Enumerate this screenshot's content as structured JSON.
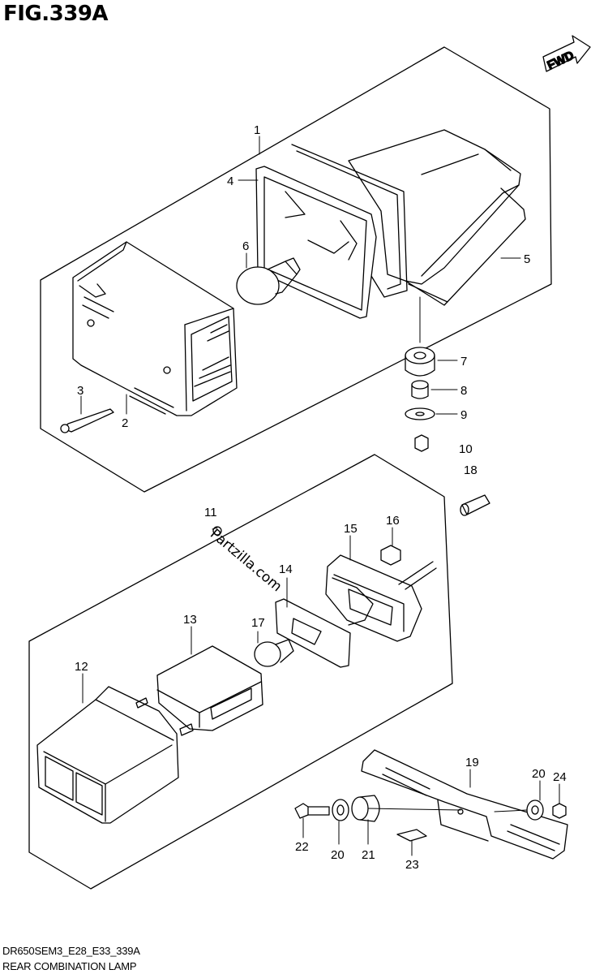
{
  "figure": {
    "title": "FIG.339A",
    "drawing_code": "DR650SEM3_E28_E33_339A",
    "drawing_name": "REAR COMBINATION LAMP",
    "watermark": "Partzilla.com",
    "direction_label": "FWD"
  },
  "callouts": {
    "c1": "1",
    "c2": "2",
    "c3": "3",
    "c4": "4",
    "c5": "5",
    "c6": "6",
    "c7": "7",
    "c8": "8",
    "c9": "9",
    "c10": "10",
    "c11": "11",
    "c12": "12",
    "c13": "13",
    "c14": "14",
    "c15": "15",
    "c16": "16",
    "c17": "17",
    "c18": "18",
    "c19": "19",
    "c20a": "20",
    "c20b": "20",
    "c21": "21",
    "c22": "22",
    "c23": "23",
    "c24": "24"
  }
}
